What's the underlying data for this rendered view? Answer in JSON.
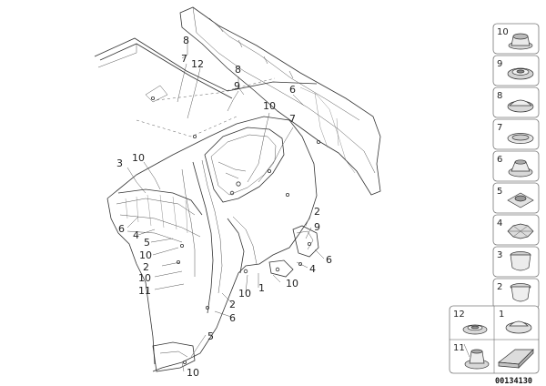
{
  "diagram": {
    "document_id": "00134130",
    "callouts": [
      {
        "id": "c-8a",
        "text": "8"
      },
      {
        "id": "c-7a",
        "text": "7"
      },
      {
        "id": "c-12a",
        "text": "12"
      },
      {
        "id": "c-8b",
        "text": "8"
      },
      {
        "id": "c-9a",
        "text": "9"
      },
      {
        "id": "c-10a",
        "text": "10"
      },
      {
        "id": "c-7b",
        "text": "7"
      },
      {
        "id": "c-6a",
        "text": "6"
      },
      {
        "id": "c-3a",
        "text": "3"
      },
      {
        "id": "c-10b",
        "text": "10"
      },
      {
        "id": "c-6b",
        "text": "6"
      },
      {
        "id": "c-4a",
        "text": "4"
      },
      {
        "id": "c-5a",
        "text": "5"
      },
      {
        "id": "c-10c",
        "text": "10"
      },
      {
        "id": "c-2a",
        "text": "2"
      },
      {
        "id": "c-10d",
        "text": "10"
      },
      {
        "id": "c-11a",
        "text": "11"
      },
      {
        "id": "c-2b",
        "text": "2"
      },
      {
        "id": "c-9b",
        "text": "9"
      },
      {
        "id": "c-6c",
        "text": "6"
      },
      {
        "id": "c-4b",
        "text": "4"
      },
      {
        "id": "c-10e",
        "text": "10"
      },
      {
        "id": "c-1a",
        "text": "1"
      },
      {
        "id": "c-10f",
        "text": "10"
      },
      {
        "id": "c-2c",
        "text": "2"
      },
      {
        "id": "c-6d",
        "text": "6"
      },
      {
        "id": "c-5b",
        "text": "5"
      },
      {
        "id": "c-10g",
        "text": "10"
      }
    ],
    "legend_cells": [
      {
        "number": "10",
        "icon": "grommet-tall-icon"
      },
      {
        "number": "9",
        "icon": "grommet-ribbed-icon"
      },
      {
        "number": "8",
        "icon": "plug-dome-icon"
      },
      {
        "number": "7",
        "icon": "plug-flat-icon"
      },
      {
        "number": "6",
        "icon": "grommet-cone-icon"
      },
      {
        "number": "5",
        "icon": "plug-square-icon"
      },
      {
        "number": "4",
        "icon": "plug-star-icon"
      },
      {
        "number": "3",
        "icon": "plug-cup-icon"
      },
      {
        "number": "2",
        "icon": "plug-round-icon"
      }
    ],
    "bottom_cells": [
      {
        "number": "12",
        "icon": "grommet-ring-icon"
      },
      {
        "number": "1",
        "icon": "plug-disc-icon"
      },
      {
        "number": "11",
        "icon": "grommet-stem-icon"
      },
      {
        "number": "",
        "icon": "sealing-strip-icon"
      }
    ]
  }
}
